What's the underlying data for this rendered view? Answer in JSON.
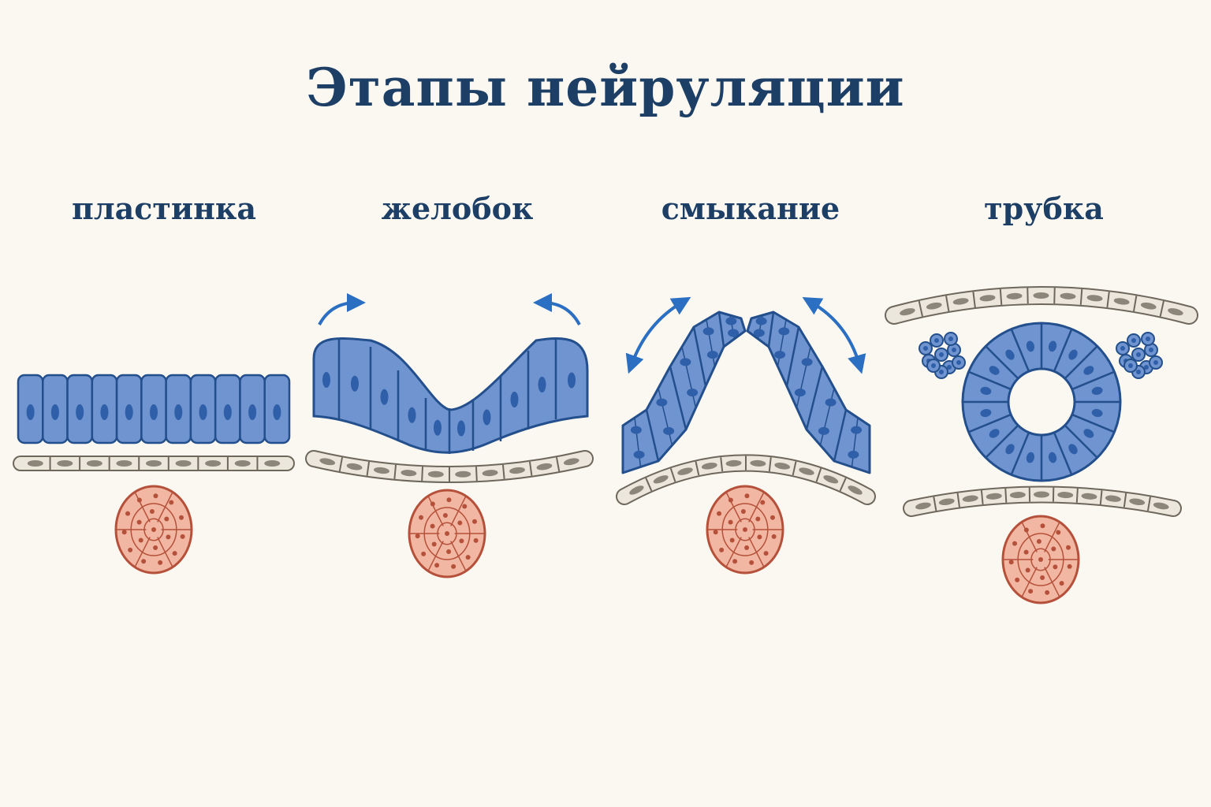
{
  "title": "Этапы нейруляции",
  "stages": [
    {
      "label": "пластинка"
    },
    {
      "label": "желобок"
    },
    {
      "label": "смыкание"
    },
    {
      "label": "трубка"
    }
  ],
  "colors": {
    "neural_fill": "#6f94cf",
    "neural_stroke": "#234f8c",
    "nucleus": "#2f5fa8",
    "ecto_fill": "#ece7dd",
    "ecto_stroke": "#6e675c",
    "ecto_nucleus": "#8c857a",
    "noto_fill": "#f2b7a3",
    "noto_stroke": "#b5513a",
    "arrow": "#2b6fc2",
    "crest_fill": "#6f94cf",
    "title": "#1d3f66"
  }
}
